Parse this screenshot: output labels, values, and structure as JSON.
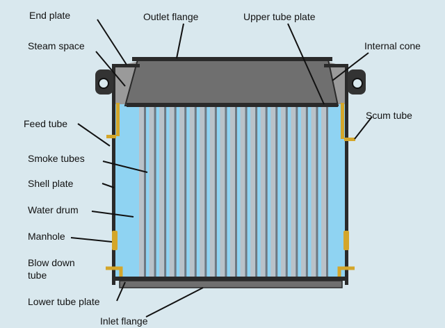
{
  "labels": {
    "end_plate": "End plate",
    "outlet_flange": "Outlet flange",
    "upper_tube_plate": "Upper tube plate",
    "steam_space": "Steam space",
    "internal_cone": "Internal cone",
    "feed_tube": "Feed tube",
    "scum_tube": "Scum tube",
    "smoke_tubes": "Smoke tubes",
    "shell_plate": "Shell plate",
    "water_drum": "Water drum",
    "manhole": "Manhole",
    "blow_down_tube_line1": "Blow down",
    "blow_down_tube_line2": "tube",
    "lower_tube_plate": "Lower tube plate",
    "inlet_flange": "Inlet flange"
  },
  "colors": {
    "background": "#d9e8ee",
    "water": "#8fd3f2",
    "tube_light": "#b9c2c9",
    "tube_dark": "#6e7881",
    "metal_dark": "#2a2a2a",
    "cone_gray": "#6f6f6f",
    "brass": "#d4a62a"
  }
}
